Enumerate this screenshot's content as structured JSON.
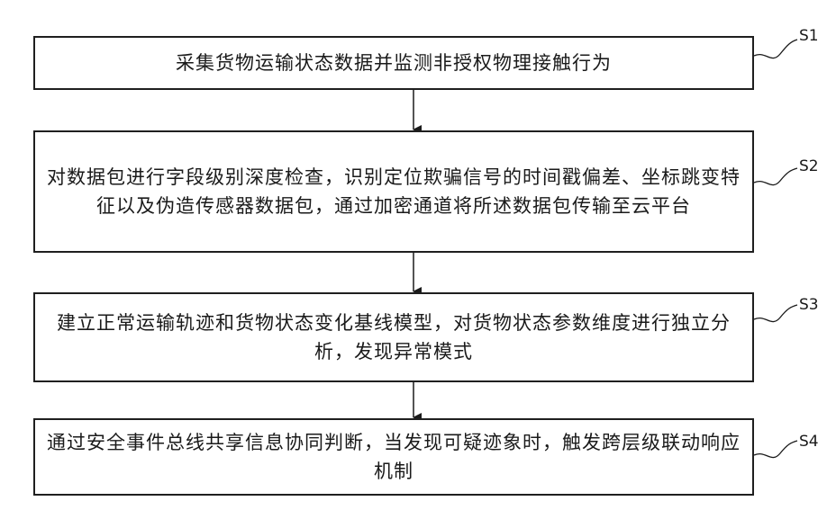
{
  "steps": [
    {
      "id": "S1",
      "text": "采集货物运输状态数据并监测非授权物理接触行为"
    },
    {
      "id": "S2",
      "text": "对数据包进行字段级别深度检查，识别定位欺骗信号的时间戳偏差、坐标跳变特征以及伪造传感器数据包，通过加密通道将所述数据包传输至云平台"
    },
    {
      "id": "S3",
      "text": "建立正常运输轨迹和货物状态变化基线模型，对货物状态参数维度进行独立分析，发现异常模式"
    },
    {
      "id": "S4",
      "text": "通过安全事件总线共享信息协同判断，当发现可疑迹象时，触发跨层级联动响应机制"
    }
  ]
}
